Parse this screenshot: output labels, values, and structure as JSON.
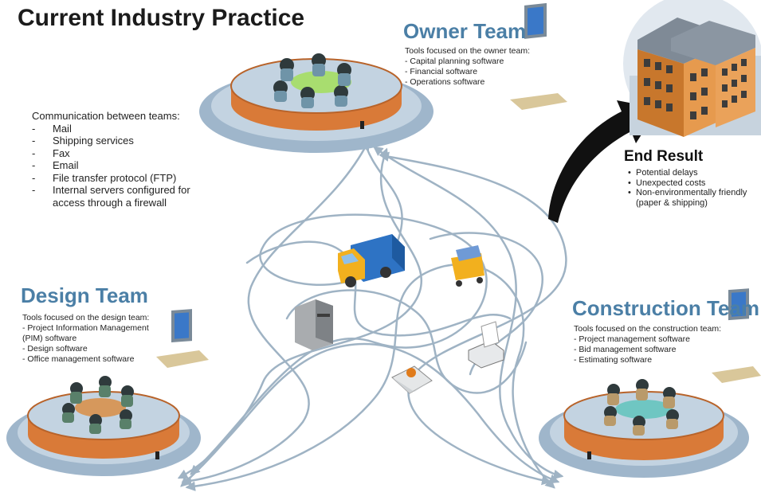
{
  "title": "Current Industry Practice",
  "communication": {
    "heading": "Communication between teams:",
    "items": [
      "Mail",
      "Shipping services",
      "Fax",
      "Email",
      "File transfer protocol (FTP)",
      "Internal servers configured for access through a firewall"
    ]
  },
  "owner_team": {
    "title": "Owner Team",
    "intro": "Tools focused on the owner team:",
    "items": [
      "Capital planning software",
      "Financial software",
      "Operations software"
    ]
  },
  "design_team": {
    "title": "Design Team",
    "intro": "Tools focused on the design team:",
    "items": [
      "Project Information Management (PIM) software",
      "Design software",
      "Office management software"
    ]
  },
  "construction_team": {
    "title": "Construction Team",
    "intro": "Tools focused on the construction team:",
    "items": [
      "Project management software",
      "Bid management software",
      "Estimating software"
    ]
  },
  "end_result": {
    "title": "End Result",
    "items": [
      "Potential delays",
      "Unexpected costs",
      "Non-environmentally friendly (paper & shipping)"
    ]
  },
  "colors": {
    "team_title": "#4b7fa6",
    "wall": "#d97a38",
    "floor": "#a9bdd0",
    "wire": "#9fb3c4",
    "truck_cab": "#f2b01e",
    "truck_box": "#2e73c4"
  },
  "icons": [
    "team-meeting-icon",
    "computer-monitor-icon",
    "truck-icon",
    "shopping-cart-icon",
    "server-icon",
    "envelope-icon",
    "fax-machine-icon",
    "building-icon",
    "curved-arrow-icon"
  ]
}
